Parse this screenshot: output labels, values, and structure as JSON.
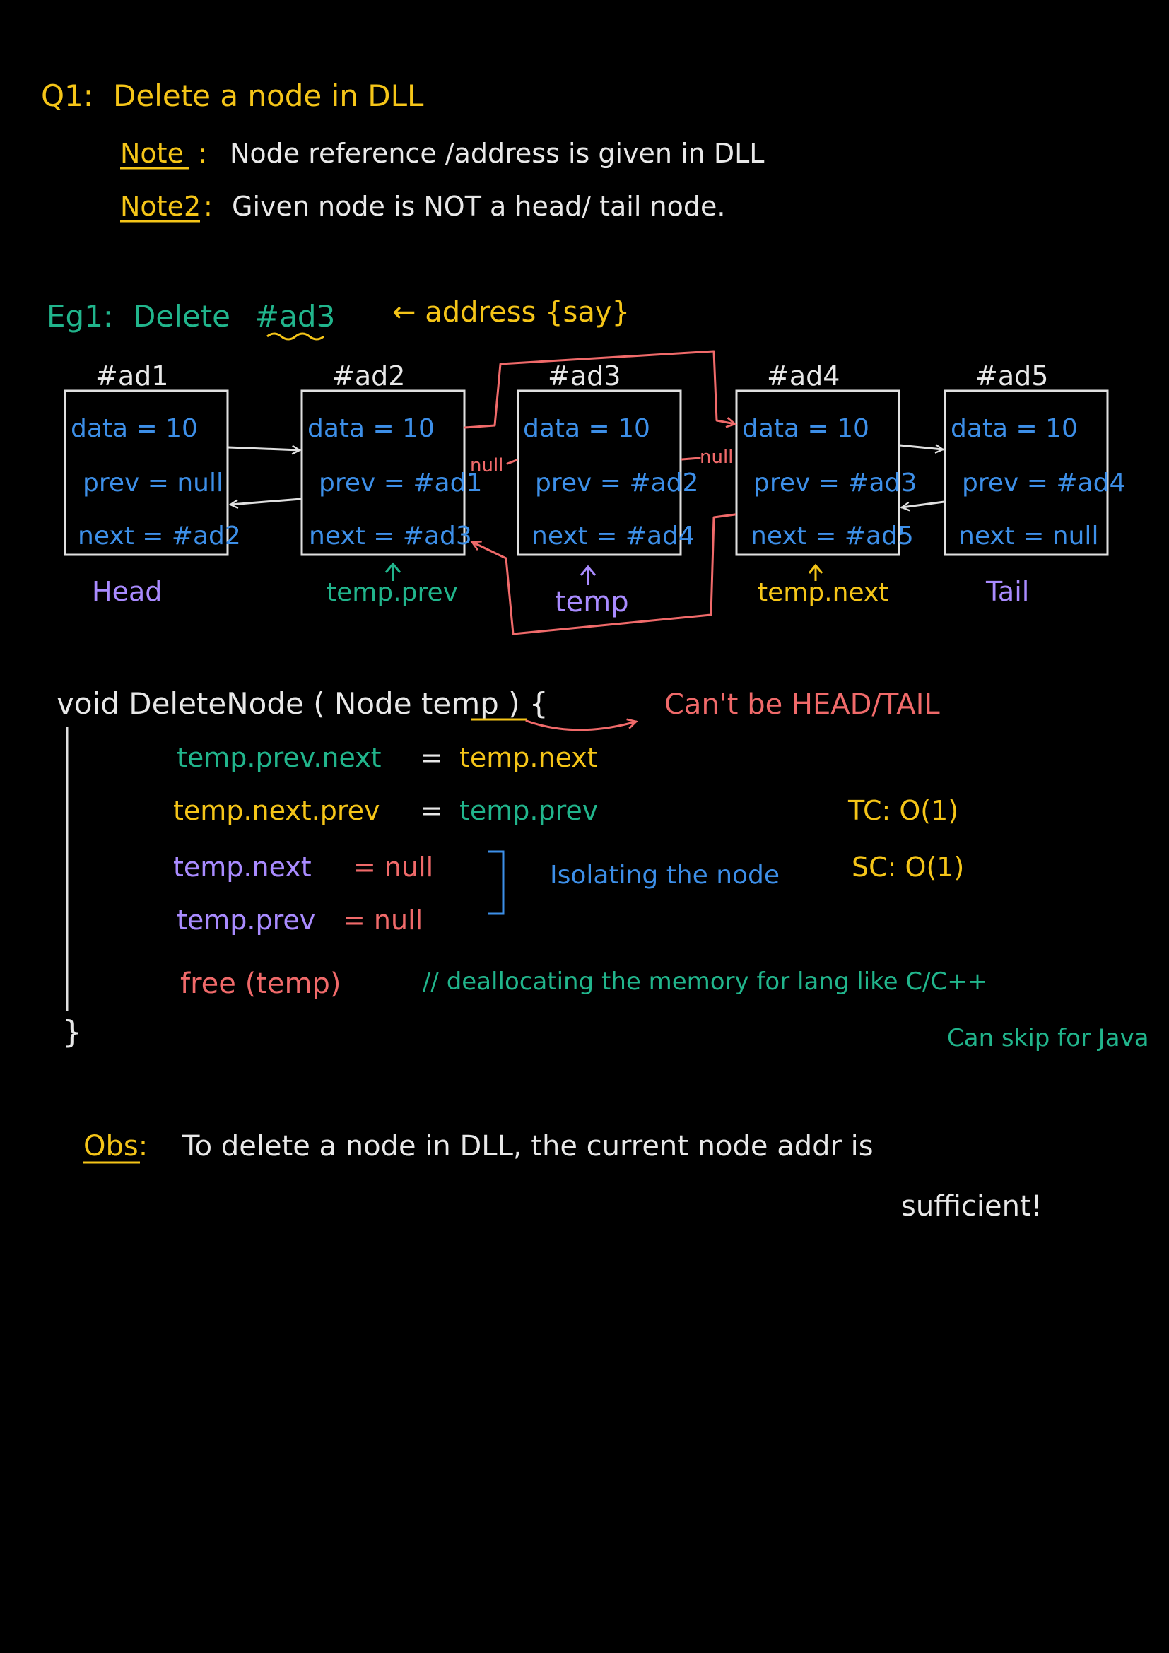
{
  "title": {
    "q_label": "Q1:",
    "text": "Delete a node in DLL"
  },
  "notes": [
    {
      "label": "Note",
      "sep": ":",
      "text": "Node reference /address is given in DLL"
    },
    {
      "label": "Note2",
      "sep": ":",
      "text": "Given node is NOT a head/ tail node."
    }
  ],
  "example": {
    "label": "Eg1:",
    "text_pre": "Delete",
    "address": "#ad3",
    "annotation": "← address {say}"
  },
  "nodes": [
    {
      "address": "#ad1",
      "data": "data = 10",
      "prev": "prev = null",
      "next": "next = #ad2",
      "label": "Head"
    },
    {
      "address": "#ad2",
      "data": "data = 10",
      "prev": "prev = #ad1",
      "next": "next = #ad3",
      "label": "temp.prev"
    },
    {
      "address": "#ad3",
      "data": "data = 10",
      "prev": "prev = #ad2",
      "next": "next = #ad4",
      "label": "temp"
    },
    {
      "address": "#ad4",
      "data": "data = 10",
      "prev": "prev = #ad3",
      "next": "next = #ad5",
      "label": "temp.next"
    },
    {
      "address": "#ad5",
      "data": "data = 10",
      "prev": "prev = #ad4",
      "next": "next = null",
      "label": "Tail"
    }
  ],
  "diagram_labels": {
    "null_left": "null",
    "null_right": "null"
  },
  "code": {
    "signature": "void DeleteNode ( Node temp ) {",
    "constraint": "Can't be HEAD/TAIL",
    "lines": [
      {
        "lhs": "temp.prev.next",
        "eq": "=",
        "rhs": "temp.next"
      },
      {
        "lhs": "temp.next.prev",
        "eq": "=",
        "rhs": "temp.prev"
      },
      {
        "lhs": "temp.next",
        "eq": "= null",
        "rhs": ""
      },
      {
        "lhs": "temp.prev",
        "eq": "= null",
        "rhs": ""
      },
      {
        "lhs": "free (temp)",
        "eq": "",
        "rhs": ""
      }
    ],
    "isolating_note": "Isolating the node",
    "comment": "// deallocating the memory for lang like C/C++",
    "comment2": "Can skip for Java",
    "closing_brace": "}",
    "tc": "TC: O(1)",
    "sc": "SC: O(1)"
  },
  "observation": {
    "label": "Obs:",
    "text": "To delete a node in DLL, the current node addr is",
    "text2": "sufficient!"
  }
}
